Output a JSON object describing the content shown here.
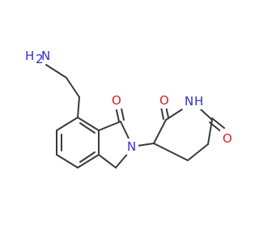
{
  "atoms": [
    {
      "symbol": "H2N",
      "color": "#2f2fcc"
    },
    {
      "symbol": "O",
      "color": "#e02020"
    },
    {
      "symbol": "N",
      "color": "#2f2fcc"
    },
    {
      "symbol": "O",
      "color": "#e02020"
    },
    {
      "symbol": "N",
      "color": "#2f2fcc"
    },
    {
      "symbol": "H",
      "color": "#2f2fcc"
    },
    {
      "symbol": "O",
      "color": "#e02020"
    }
  ],
  "bond_color": "#3a3a3a"
}
